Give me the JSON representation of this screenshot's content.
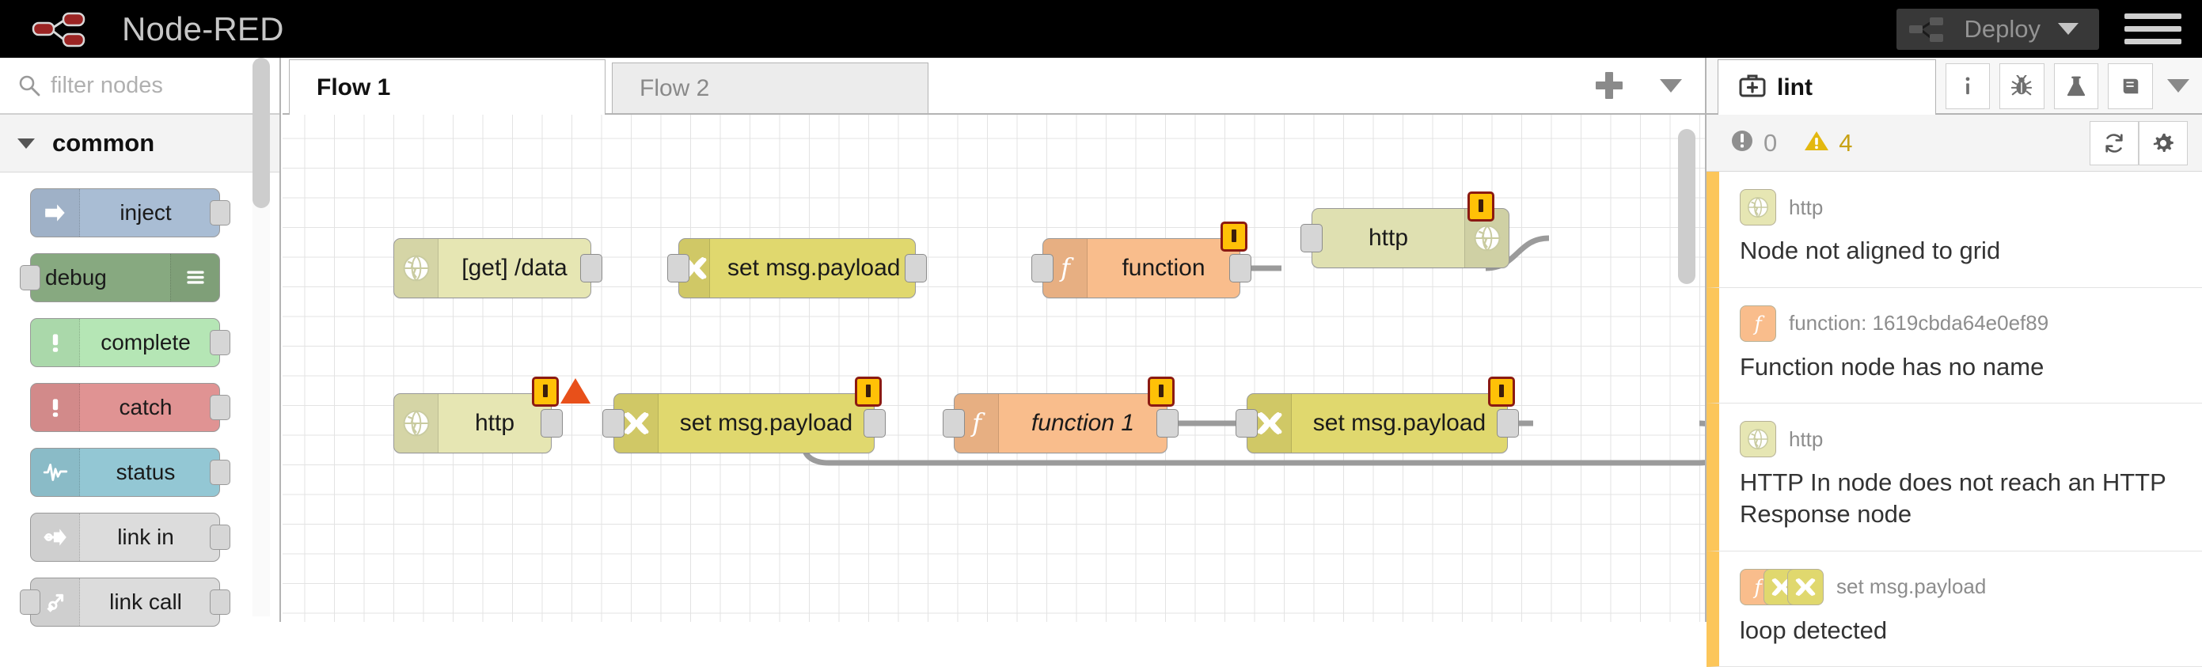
{
  "header": {
    "brand_title": "Node-RED",
    "logo_icon": "node-red-logo-icon",
    "deploy_label": "Deploy",
    "deploy_icon": "deploy-node-icon",
    "deploy_caret_icon": "chevron-down-icon",
    "menu_icon": "hamburger-menu-icon",
    "background": "#000000",
    "deploy_button_bg": "#3c3c3c",
    "deploy_text_color": "#9c9c9c"
  },
  "palette": {
    "search_placeholder": "filter nodes",
    "search_icon": "search-icon",
    "category_label": "common",
    "category_caret_icon": "chevron-down-icon",
    "nodes": [
      {
        "label": "inject",
        "icon": "arrow-right-icon",
        "color": "#a9bdd4",
        "icon_side": "left",
        "ports": [
          "out"
        ]
      },
      {
        "label": "debug",
        "icon": "debug-lines-icon",
        "color": "#87a980",
        "icon_side": "right",
        "ports": [
          "in"
        ]
      },
      {
        "label": "complete",
        "icon": "exclamation-icon",
        "color": "#b5e6b5",
        "icon_side": "left",
        "ports": [
          "out"
        ]
      },
      {
        "label": "catch",
        "icon": "exclamation-icon",
        "color": "#e09393",
        "icon_side": "left",
        "ports": [
          "out"
        ]
      },
      {
        "label": "status",
        "icon": "pulse-wave-icon",
        "color": "#93c7d4",
        "icon_side": "left",
        "ports": [
          "out"
        ]
      },
      {
        "label": "link in",
        "icon": "link-in-icon",
        "color": "#dcdcdc",
        "icon_side": "left",
        "ports": [
          "out"
        ]
      },
      {
        "label": "link call",
        "icon": "link-call-icon",
        "color": "#dcdcdc",
        "icon_side": "left",
        "ports": [
          "in",
          "out"
        ]
      }
    ]
  },
  "tabbar": {
    "tabs": [
      {
        "label": "Flow 1",
        "active": true
      },
      {
        "label": "Flow 2",
        "active": false
      }
    ],
    "add_icon": "plus-icon",
    "menu_icon": "chevron-down-icon"
  },
  "canvas": {
    "rows": [
      {
        "nodes": [
          {
            "label": "[get] /data",
            "type": "http-in",
            "icon": "globe-icon",
            "icon_side": "left",
            "color": "#e6e6b3",
            "warning": false,
            "triangle": false
          },
          {
            "label": "set msg.payload",
            "type": "change",
            "icon": "change-icon",
            "icon_side": "left",
            "color": "#e0d86e",
            "warning": false,
            "triangle": false
          },
          {
            "label": "function",
            "type": "function",
            "icon": "function-icon",
            "icon_side": "left",
            "color": "#f9bd8c",
            "warning": true,
            "triangle": false
          },
          {
            "label": "http",
            "type": "http-response",
            "icon": "globe-icon",
            "icon_side": "right",
            "color": "#dfe0b1",
            "warning": true,
            "triangle": false
          }
        ]
      },
      {
        "nodes": [
          {
            "label": "http",
            "type": "http-in",
            "icon": "globe-icon",
            "icon_side": "left",
            "color": "#e6e6b3",
            "warning": true,
            "triangle": true
          },
          {
            "label": "set msg.payload",
            "type": "change",
            "icon": "change-icon",
            "icon_side": "left",
            "color": "#e0d86e",
            "warning": true,
            "triangle": false
          },
          {
            "label": "function 1",
            "type": "function",
            "icon": "function-icon",
            "icon_side": "left",
            "color": "#f9bd8c",
            "warning": true,
            "triangle": false,
            "italic": true
          },
          {
            "label": "set msg.payload",
            "type": "change",
            "icon": "change-icon",
            "icon_side": "left",
            "color": "#e0d86e",
            "warning": true,
            "triangle": false
          }
        ]
      }
    ]
  },
  "sidebar": {
    "tab_label": "lint",
    "tab_icon": "medical-kit-icon",
    "tool_icons": [
      "info-icon",
      "bug-icon",
      "flask-icon",
      "book-icon"
    ],
    "tabs_caret_icon": "chevron-down-icon",
    "error_count": "0",
    "warning_count": "4",
    "error_icon": "error-circle-icon",
    "warning_icon": "warning-triangle-icon",
    "refresh_icon": "refresh-icon",
    "settings_icon": "gear-icon",
    "stripe_color": "#fcc65a",
    "items": [
      {
        "node_label": "http",
        "chips": [
          {
            "icon": "globe-icon",
            "color": "#e6e6b3"
          }
        ],
        "message": "Node not aligned to grid"
      },
      {
        "node_label": "function: 1619cbda64e0ef89",
        "chips": [
          {
            "icon": "function-icon",
            "color": "#f9bd8c"
          }
        ],
        "message": "Function node has no name"
      },
      {
        "node_label": "http",
        "chips": [
          {
            "icon": "globe-icon",
            "color": "#e6e6b3"
          }
        ],
        "message": "HTTP In node does not reach an HTTP Response node"
      },
      {
        "node_label": "set msg.payload",
        "chips": [
          {
            "icon": "function-icon",
            "color": "#f9bd8c"
          },
          {
            "icon": "change-icon",
            "color": "#e0d86e"
          },
          {
            "icon": "change-icon",
            "color": "#e0d86e"
          }
        ],
        "message": "loop detected"
      }
    ]
  }
}
